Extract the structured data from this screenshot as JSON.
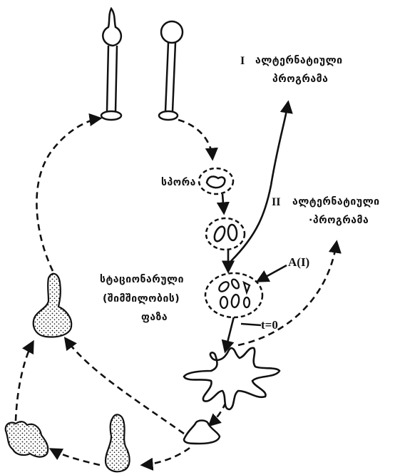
{
  "diagram": {
    "program1": {
      "numeral": "I",
      "line1": "ალტერნატიული",
      "line2": "პროგრამა"
    },
    "program2": {
      "numeral": "II",
      "line1": "ალტერნატიული",
      "line2": "·პროგრამა"
    },
    "spore_label": "სპორა",
    "stationary": {
      "line1": "სტაციონარული",
      "line2": "(შიმშილობის)",
      "line3": "ფაზა"
    },
    "signal_label": "A(I)",
    "time_label": "t=0"
  }
}
